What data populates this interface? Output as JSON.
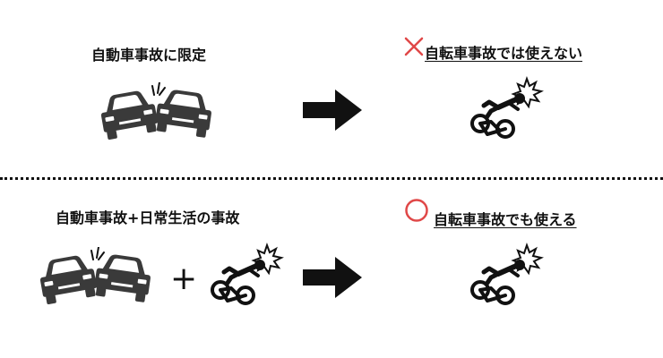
{
  "top": {
    "left_label": "自動車事故に限定",
    "right_label": "自転車事故では使えない",
    "mark": "cross"
  },
  "bottom": {
    "left_label": "自動車事故+日常生活の事故",
    "right_label": "自転車事故でも使える",
    "plus": "+",
    "mark": "circle"
  },
  "colors": {
    "mark_red": "#e04848",
    "ink": "#111111",
    "car": "#3a3a3a"
  },
  "icons": [
    "car-crash-icon",
    "arrow-right-icon",
    "bicycle-crash-icon",
    "cross-mark-icon",
    "circle-mark-icon"
  ]
}
